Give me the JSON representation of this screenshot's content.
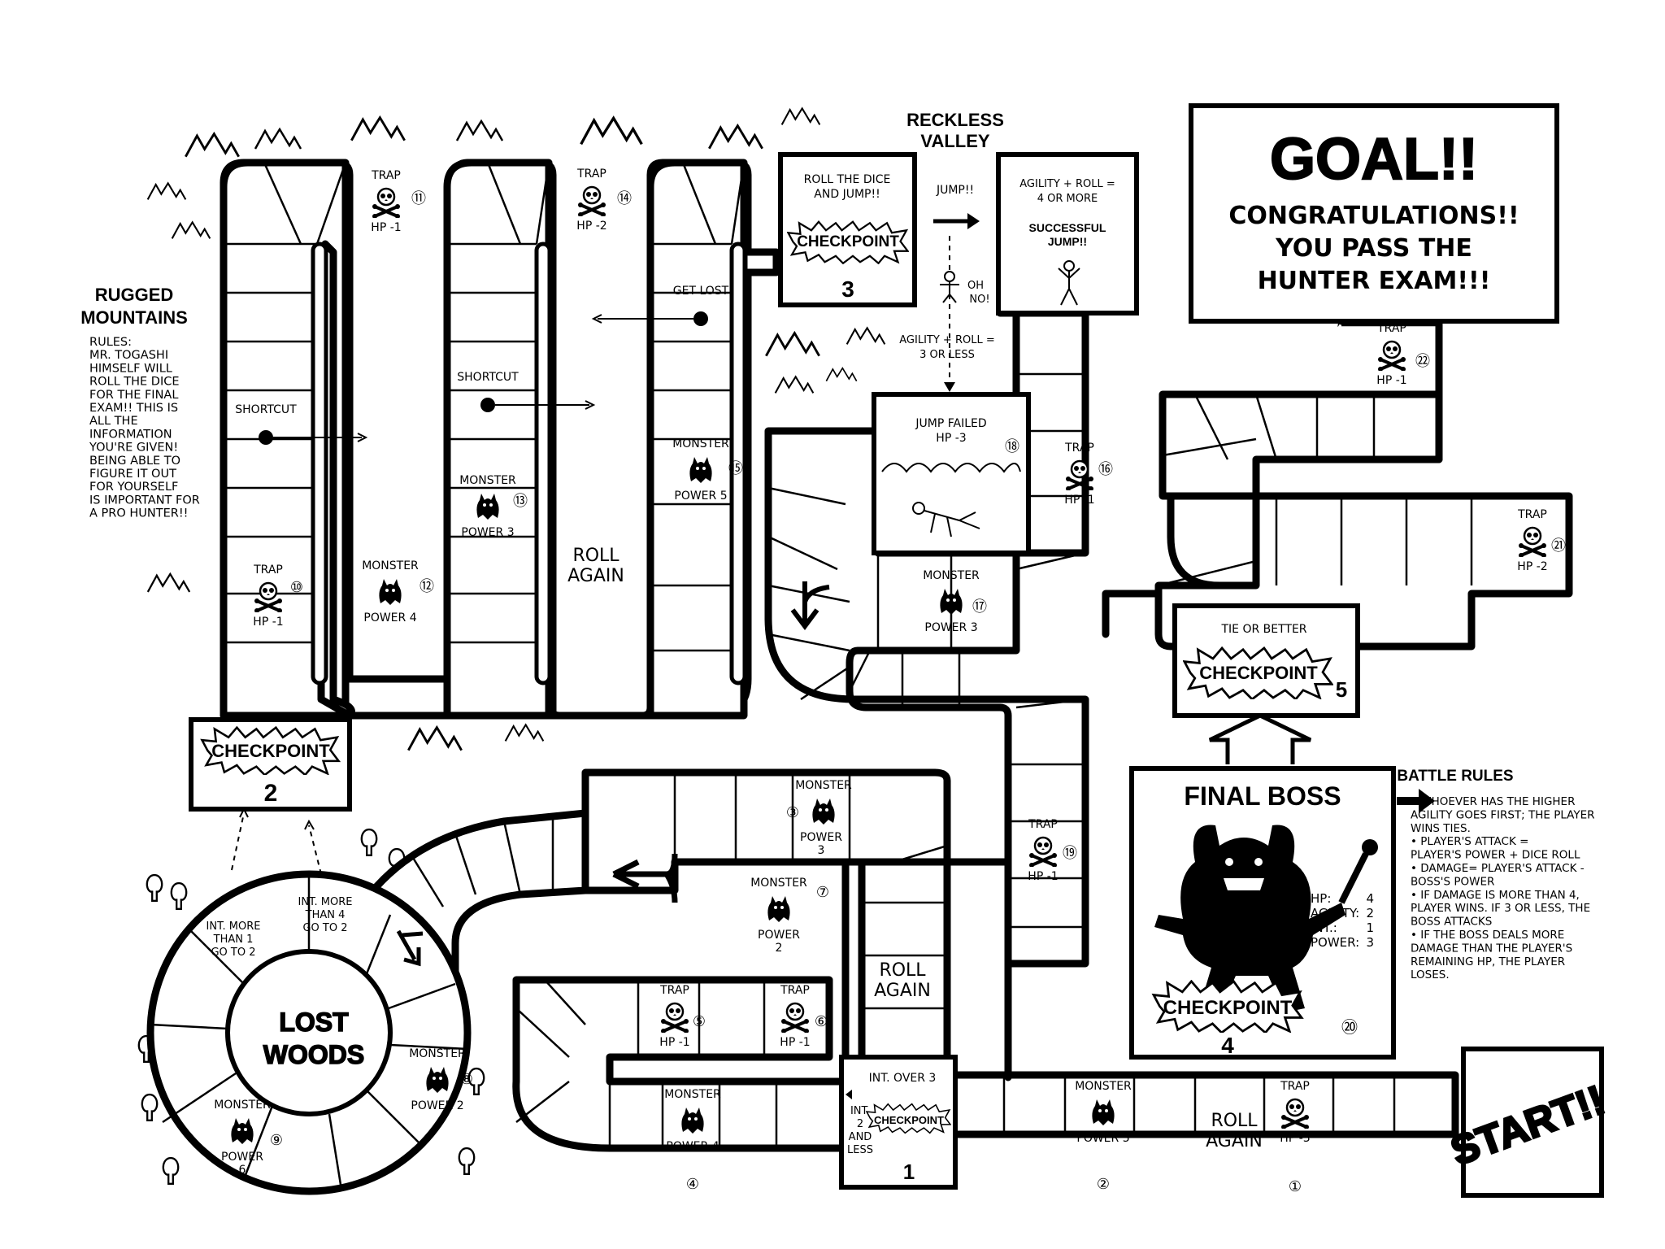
{
  "areas": {
    "reckless_valley": "RECKLESS\nVALLEY",
    "rugged_mountains": "RUGGED\nMOUNTAINS",
    "lost_woods": "LOST\nWOODS"
  },
  "rules": {
    "lines": [
      "RULES:",
      "MR. TOGASHI",
      "HIMSELF WILL",
      "ROLL THE DICE",
      "FOR THE FINAL",
      "EXAM!! THIS IS",
      "ALL THE",
      "INFORMATION",
      "YOU'RE GIVEN!",
      "BEING ABLE TO",
      "FIGURE IT OUT",
      "FOR YOURSELF",
      "IS IMPORTANT FOR",
      "A PRO HUNTER!!"
    ]
  },
  "goal": {
    "title": "GOAL!!",
    "message": [
      "CONGRATULATIONS!!",
      "YOU PASS THE",
      "HUNTER EXAM!!!"
    ]
  },
  "start": "START!!",
  "final_boss": {
    "title": "FINAL BOSS",
    "stats": [
      {
        "label": "HP:",
        "value": "4"
      },
      {
        "label": "AGILITY:",
        "value": "2"
      },
      {
        "label": "INT.:",
        "value": "1"
      },
      {
        "label": "POWER:",
        "value": "3"
      }
    ],
    "checkpoint": "CHECKPOINT",
    "checkpoint_number": "4",
    "space_number": "⑳"
  },
  "battle_rules": {
    "title": "BATTLE RULES",
    "lines": [
      "• WHOEVER HAS THE HIGHER",
      "AGILITY GOES FIRST; THE PLAYER",
      "WINS TIES.",
      "• PLAYER'S ATTACK =",
      "PLAYER'S POWER + DICE ROLL",
      "• DAMAGE= PLAYER'S ATTACK -",
      "BOSS'S POWER",
      "• IF DAMAGE IS MORE THAN 4,",
      "PLAYER WINS. IF 3 OR LESS, THE",
      "BOSS ATTACKS",
      "• IF THE BOSS DEALS MORE",
      "DAMAGE THAN THE PLAYER'S",
      "REMAINING HP, THE PLAYER",
      "LOSES."
    ]
  },
  "checkpoints": {
    "cp1": {
      "label": "CHECKPOINT",
      "number": "1",
      "int_over": "INT. OVER 3",
      "int_less": [
        "INT.",
        "2",
        "AND",
        "LESS"
      ]
    },
    "cp2": {
      "label": "CHECKPOINT",
      "number": "2"
    },
    "cp3": {
      "label": "CHECKPOINT",
      "number": "3",
      "text": [
        "ROLL THE DICE",
        "AND JUMP!!"
      ]
    },
    "cp5": {
      "label": "CHECKPOINT",
      "number": "5",
      "text": "TIE OR BETTER"
    }
  },
  "jump": {
    "jump": "JUMP!!",
    "oh_no": [
      "OH",
      "NO!"
    ],
    "success_req": [
      "AGILITY + ROLL =",
      "4 OR MORE"
    ],
    "success": [
      "SUCCESSFUL",
      "JUMP!!"
    ],
    "fail_req": [
      "AGILITY + ROLL =",
      "3 OR LESS"
    ],
    "failed": [
      "JUMP FAILED",
      "HP -3"
    ],
    "failed_number": "⑱"
  },
  "spaces": {
    "s1": {
      "type": "TRAP",
      "effect": "HP -3",
      "number": "①"
    },
    "s2": {
      "type": "MONSTER",
      "effect": "POWER 5",
      "number": "②"
    },
    "s3": {
      "type": "MONSTER",
      "effect": [
        "POWER",
        "3"
      ],
      "number": "③"
    },
    "s4": {
      "type": "MONSTER",
      "effect": "POWER 4",
      "number": "④"
    },
    "s5": {
      "type": "TRAP",
      "effect": "HP -1",
      "number": "⑤"
    },
    "s6": {
      "type": "TRAP",
      "effect": "HP -1",
      "number": "⑥"
    },
    "s7": {
      "type": "MONSTER",
      "effect": [
        "POWER",
        "2"
      ],
      "number": "⑦"
    },
    "s8": {
      "type": "MONSTER",
      "effect": "POWER 2",
      "number": "⑧"
    },
    "s9": {
      "type": "MONSTER",
      "effect": [
        "POWER",
        "6"
      ],
      "number": "⑨"
    },
    "s10": {
      "type": "TRAP",
      "effect": "HP -1",
      "number": "⑩"
    },
    "s11": {
      "type": "TRAP",
      "effect": "HP -1",
      "number": "⑪"
    },
    "s12": {
      "type": "MONSTER",
      "effect": "POWER 4",
      "number": "⑫"
    },
    "s13": {
      "type": "MONSTER",
      "effect": "POWER 3",
      "number": "⑬"
    },
    "s14": {
      "type": "TRAP",
      "effect": "HP -2",
      "number": "⑭"
    },
    "s15": {
      "type": "MONSTER",
      "effect": "POWER 5",
      "number": "⑮"
    },
    "s16": {
      "type": "TRAP",
      "effect": "HP -1",
      "number": "⑯"
    },
    "s17": {
      "type": "MONSTER",
      "effect": "POWER 3",
      "number": "⑰"
    },
    "s19": {
      "type": "TRAP",
      "effect": "HP -1",
      "number": "⑲"
    },
    "s21": {
      "type": "TRAP",
      "effect": "HP -2",
      "number": "㉑"
    },
    "s22": {
      "type": "TRAP",
      "effect": "HP -1",
      "number": "㉒"
    }
  },
  "roll_again": [
    "ROLL",
    "AGAIN"
  ],
  "shortcut": "SHORTCUT",
  "get_lost": "GET LOST",
  "woods": {
    "int_more_than_1": [
      "INT. MORE",
      "THAN 1",
      "GO TO 2"
    ],
    "int_more_than_4": [
      "INT. MORE",
      "THAN 4",
      "GO TO 2"
    ]
  },
  "icons": [
    "skull-crossbones-icon",
    "monster-silhouette-icon",
    "arrow-icon",
    "tree-icon",
    "mountain-icon",
    "stick-figure-icon"
  ]
}
